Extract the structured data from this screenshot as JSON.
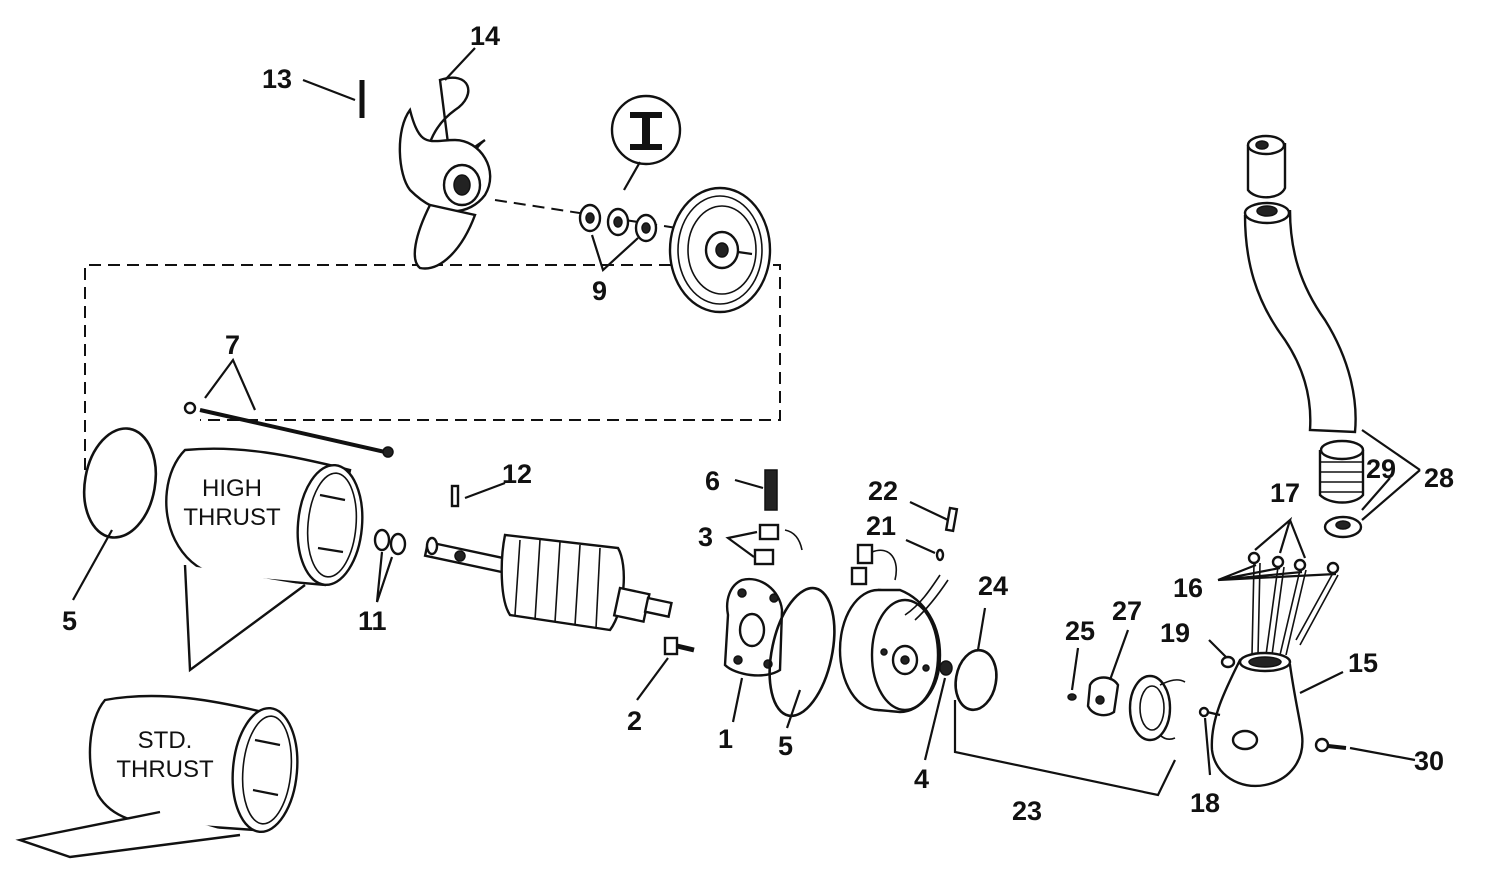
{
  "callouts": {
    "c1": "1",
    "c2": "2",
    "c3": "3",
    "c4": "4",
    "c5a": "5",
    "c5b": "5",
    "c6": "6",
    "c7": "7",
    "c9": "9",
    "c11": "11",
    "c12": "12",
    "c13": "13",
    "c14": "14",
    "c15": "15",
    "c16": "16",
    "c17": "17",
    "c18": "18",
    "c19": "19",
    "c21": "21",
    "c22": "22",
    "c23": "23",
    "c24": "24",
    "c25": "25",
    "c27": "27",
    "c28": "28",
    "c29": "29",
    "c30": "30"
  },
  "labels": {
    "high_thrust_line1": "HIGH",
    "high_thrust_line2": "THRUST",
    "std_thrust_line1": "STD.",
    "std_thrust_line2": "THRUST"
  }
}
